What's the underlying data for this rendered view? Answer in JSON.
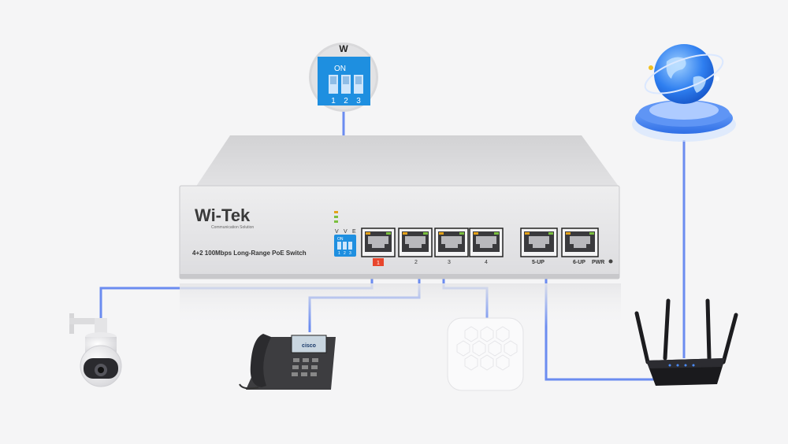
{
  "switch": {
    "brand": "Wi-Tek",
    "tagline": "Communication Solution",
    "model": "4+2  100Mbps Long-Range PoE Switch",
    "dip_labels": [
      "V",
      "V",
      "E"
    ],
    "dip_switch_on": "ON",
    "dip_numbers": [
      "1",
      "2",
      "3"
    ],
    "ports": [
      "1",
      "2",
      "3",
      "4",
      "5-UP",
      "6-UP"
    ],
    "pwr_label": "PWR"
  },
  "dip_zoom": {
    "header": "W",
    "on_label": "ON",
    "numbers": [
      "1",
      "2",
      "3"
    ]
  },
  "devices": [
    "ptz-camera",
    "ip-phone",
    "wireless-access-point",
    "router",
    "internet-globe"
  ],
  "colors": {
    "connection_line": "#6b8cf0",
    "port1_highlight": "#e8452c",
    "dip_blue": "#1e8fe0",
    "globe_blue": "#2f7ff0"
  }
}
